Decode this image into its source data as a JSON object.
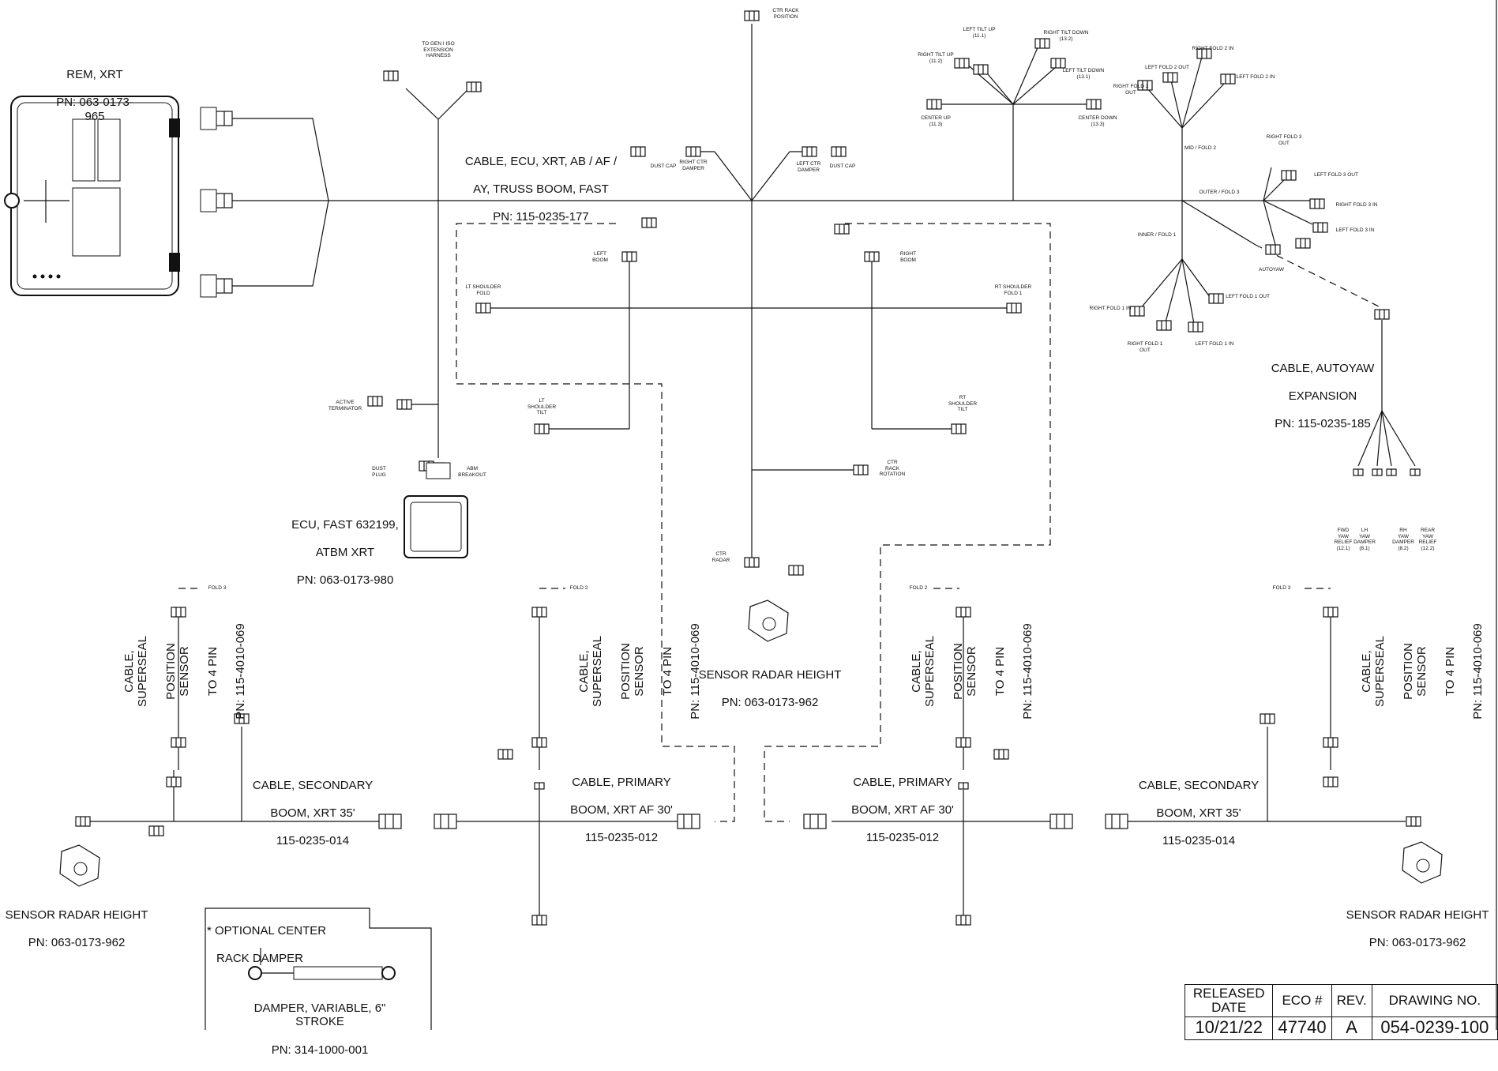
{
  "rem": {
    "title": "REM, XRT",
    "pn": "PN: 063-0173-965"
  },
  "to_gen_iso": "TO GEN I ISO\nEXTENSION\nHARNESS",
  "main_cable": {
    "line1": "CABLE, ECU, XRT, AB / AF /",
    "line2": "AY, TRUSS BOOM, FAST",
    "pn": "PN: 115-0235-177"
  },
  "top_small": {
    "ctr_rack_position": "CTR RACK\nPOSITION",
    "dust_cap_left": "DUST CAP",
    "right_ctr_damper": "RIGHT CTR\nDAMPER",
    "left_ctr_damper": "LEFT CTR\nDAMPER",
    "dust_cap_right": "DUST CAP",
    "left_tilt_up": "LEFT TILT UP\n(11.1)",
    "right_tilt_up": "RIGHT TILT UP\n(11.2)",
    "right_tilt_down": "RIGHT TILT DOWN\n(13.2)",
    "left_tilt_down": "LEFT TILT DOWN\n(13.1)",
    "center_up": "CENTER UP\n(11.3)",
    "center_down": "CENTER DOWN\n(13.3)",
    "right_fold_2_in": "RIGHT FOLD 2 IN",
    "left_fold_2_out": "LEFT FOLD 2 OUT",
    "left_fold_2_in": "LEFT FOLD 2 IN",
    "right_fold_2_out": "RIGHT FOLD 2 OUT",
    "mid_fold_2": "MID / FOLD 2",
    "right_fold_3_out": "RIGHT FOLD 3 OUT",
    "left_fold_3_out": "LEFT FOLD 3 OUT",
    "outer_fold_3": "OUTER / FOLD 3",
    "right_fold_3_in": "RIGHT FOLD 3 IN",
    "left_fold_3_in": "LEFT FOLD 3 IN",
    "inner_fold_1": "INNER / FOLD 1",
    "autoyaw": "AUTOYAW",
    "right_fold_1_in": "RIGHT FOLD 1 IN",
    "left_fold_1_out": "LEFT FOLD 1 OUT",
    "right_fold_1_out": "RIGHT FOLD 1 OUT",
    "left_fold_1_in": "LEFT FOLD 1 IN",
    "left_boom": "LEFT\nBOOM",
    "right_boom": "RIGHT\nBOOM",
    "lt_shoulder_fold": "LT SHOULDER\nFOLD",
    "rt_shoulder_fold": "RT SHOULDER\nFOLD 1",
    "lt_shoulder_tilt": "LT\nSHOULDER\nTILT",
    "rt_shoulder_tilt": "RT\nSHOULDER\nTILT",
    "active_terminator": "ACTIVE\nTERMINATOR",
    "dust_plug": "DUST\nPLUG",
    "abm_breakout": "ABM\nBREAKOUT",
    "ctr_rack_rotation": "CTR\nRACK\nROTATION",
    "ctr_radar": "CTR\nRADAR",
    "fwd_yaw": "FWD\nYAW\nRELIEF\n(12.1)",
    "lh_yaw": "LH\nYAW\nDAMPER\n(8.1)",
    "rh_yaw": "RH\nYAW\nDAMPER\n(8.2)",
    "rear_yaw": "REAR\nYAW\nRELIEF\n(12.2)",
    "fold3_a": "FOLD 3",
    "fold2_a": "FOLD 2",
    "fold2_b": "FOLD 2",
    "fold3_b": "FOLD 3"
  },
  "autoyaw_cable": {
    "line1": "CABLE, AUTOYAW",
    "line2": "EXPANSION",
    "pn": "PN: 115-0235-185"
  },
  "ecu": {
    "line1": "ECU, FAST 632199,",
    "line2": "ATBM XRT",
    "pn": "PN: 063-0173-980"
  },
  "sensor_center": {
    "title": "SENSOR RADAR HEIGHT",
    "pn": "PN: 063-0173-962"
  },
  "sensor_left": {
    "title": "SENSOR RADAR HEIGHT",
    "pn": "PN: 063-0173-962"
  },
  "sensor_right": {
    "title": "SENSOR RADAR HEIGHT",
    "pn": "PN: 063-0173-962"
  },
  "superseal": {
    "line1": "CABLE, SUPERSEAL",
    "line2": "POSITION SENSOR",
    "line3": "TO 4 PIN",
    "pn": "PN: 115-4010-069"
  },
  "secondary_left": {
    "line1": "CABLE, SECONDARY",
    "line2": "BOOM, XRT 35'",
    "pn": "115-0235-014"
  },
  "primary_left": {
    "line1": "CABLE, PRIMARY",
    "line2": "BOOM, XRT AF 30'",
    "pn": "115-0235-012"
  },
  "primary_right": {
    "line1": "CABLE, PRIMARY",
    "line2": "BOOM, XRT AF 30'",
    "pn": "115-0235-012"
  },
  "secondary_right": {
    "line1": "CABLE, SECONDARY",
    "line2": "BOOM, XRT 35'",
    "pn": "115-0235-014"
  },
  "optional": {
    "line1": "* OPTIONAL CENTER",
    "line2": "RACK DAMPER",
    "damper": "DAMPER, VARIABLE, 6\" STROKE",
    "pn": "PN: 314-1000-001"
  },
  "title_block": {
    "h_released": "RELEASED\nDATE",
    "h_eco": "ECO #",
    "h_rev": "REV.",
    "h_dwg": "DRAWING NO.",
    "v_date": "10/21/22",
    "v_eco": "47740",
    "v_rev": "A",
    "v_dwg": "054-0239-100"
  }
}
